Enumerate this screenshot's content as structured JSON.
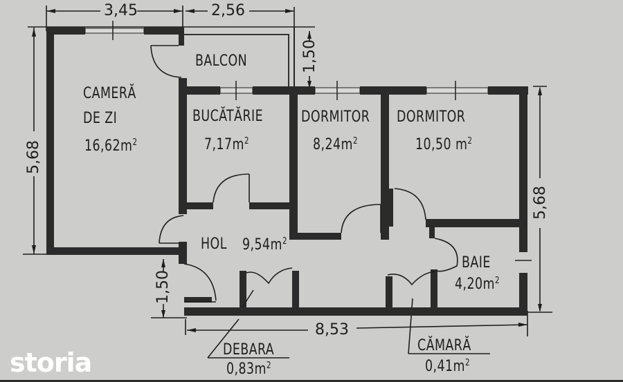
{
  "floorplan": {
    "rooms": [
      {
        "id": "camera-de-zi",
        "name_line1": "CAMERĂ",
        "name_line2": "DE ZI",
        "area": "16,62m",
        "area_sup": "2"
      },
      {
        "id": "balcon",
        "name": "BALCON"
      },
      {
        "id": "bucatarie",
        "name": "BUCĂTĂRIE",
        "area": "7,17m",
        "area_sup": "2"
      },
      {
        "id": "dormitor-1",
        "name": "DORMITOR",
        "area": "8,24m",
        "area_sup": "2"
      },
      {
        "id": "dormitor-2",
        "name": "DORMITOR",
        "area": "10,50 m",
        "area_sup": "2"
      },
      {
        "id": "hol",
        "name": "HOL",
        "area": "9,54m",
        "area_sup": "2"
      },
      {
        "id": "baie",
        "name": "BAIE",
        "area": "4,20m",
        "area_sup": "2"
      },
      {
        "id": "debara",
        "name": "DEBARA",
        "area": "0,83m",
        "area_sup": "2"
      },
      {
        "id": "camara",
        "name": "CĂMARĂ",
        "area": "0,41m",
        "area_sup": "2"
      }
    ],
    "dimensions": {
      "top_left": "3,45",
      "top_right": "2,56",
      "balcony_depth": "1,50",
      "left_height": "5,68",
      "right_height": "5,68",
      "entry_offset": "1,50",
      "bottom_width": "8,53"
    }
  },
  "watermark": {
    "brand": "storia"
  },
  "colors": {
    "background": "#cdcecb",
    "ink": "#1e1e1e",
    "wall": "#2b2b2b",
    "logo": "#ffffff"
  }
}
